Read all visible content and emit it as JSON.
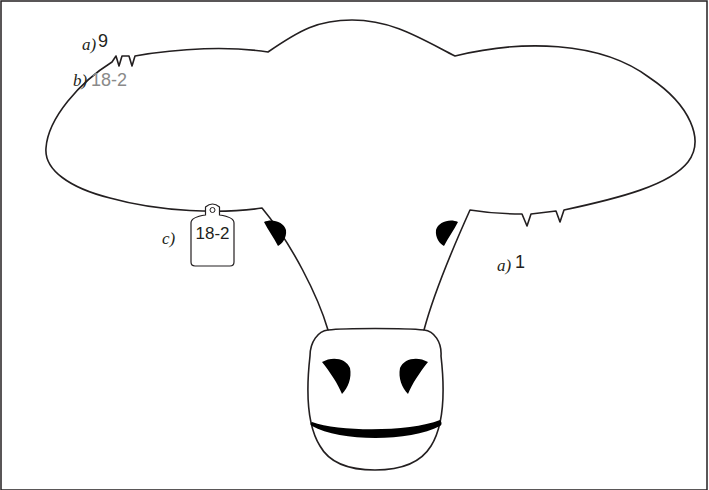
{
  "diagram": {
    "nodes": [
      {
        "text": [
          "18-2"
        ]
      }
    ],
    "labels": [
      "a)",
      "9",
      "b)",
      "18-2",
      "c)",
      "a)",
      "1"
    ]
  }
}
